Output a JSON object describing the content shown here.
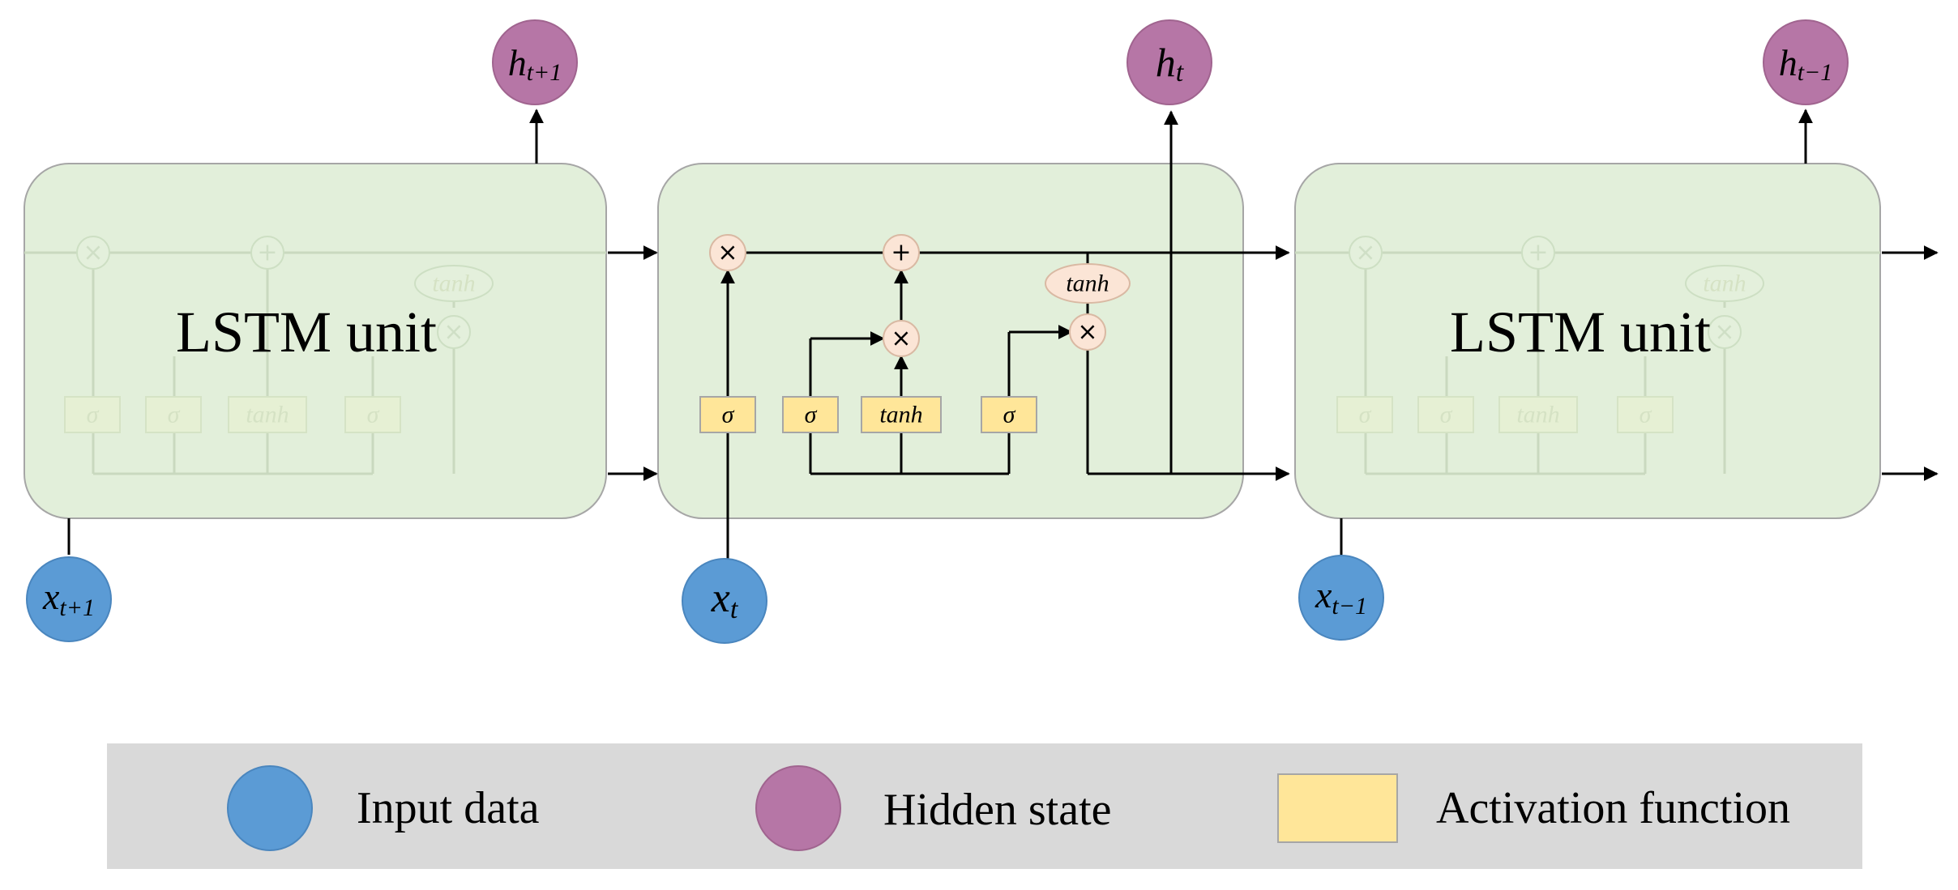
{
  "units": {
    "left": {
      "label": "LSTM  unit",
      "ops": {
        "forget": "×",
        "add": "+",
        "out": "×"
      },
      "tanh_cell": "tanh",
      "gates": [
        "σ",
        "σ",
        "tanh",
        "σ"
      ]
    },
    "center": {
      "ops": {
        "forget": "×",
        "add": "+",
        "input": "×",
        "out": "×"
      },
      "tanh_cell": "tanh",
      "gates": [
        "σ",
        "σ",
        "tanh",
        "σ"
      ]
    },
    "right": {
      "label": "LSTM  unit",
      "ops": {
        "forget": "×",
        "add": "+",
        "out": "×"
      },
      "tanh_cell": "tanh",
      "gates": [
        "σ",
        "σ",
        "tanh",
        "σ"
      ]
    }
  },
  "nodes": {
    "inputs": [
      {
        "base": "x",
        "sub": "t+1"
      },
      {
        "base": "x",
        "sub": "t"
      },
      {
        "base": "x",
        "sub": "t−1"
      }
    ],
    "hidden": [
      {
        "base": "h",
        "sub": "t+1"
      },
      {
        "base": "h",
        "sub": "t"
      },
      {
        "base": "h",
        "sub": "t−1"
      }
    ]
  },
  "legend": {
    "input": "Input data",
    "hidden": "Hidden state",
    "activation": "Activation function"
  },
  "colors": {
    "unit_fill": "#e2efda",
    "input_node": "#5b9bd5",
    "hidden_node": "#b676a6",
    "activation": "#ffe699",
    "operator": "#fbe5d6",
    "legend_bg": "#d9d9d9"
  }
}
